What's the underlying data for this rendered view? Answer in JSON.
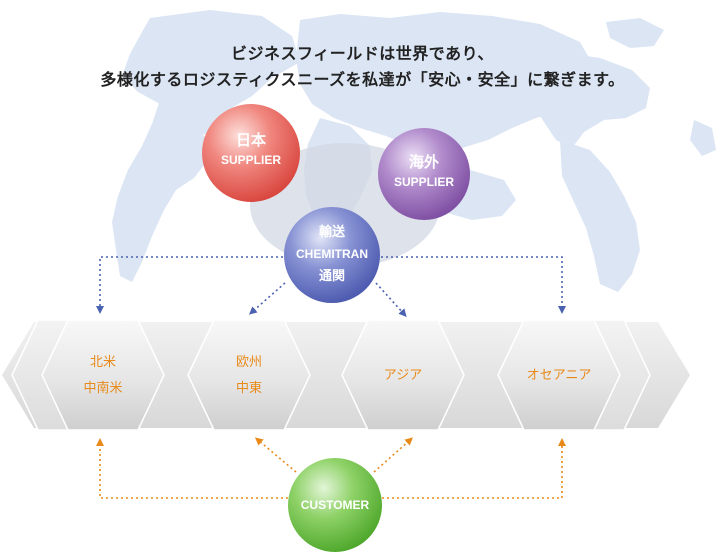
{
  "headline": {
    "line1": "ビジネスフィールドは世界であり、",
    "line2": "多様化するロジスティクスニーズを私達が「安心・安全」に繋ぎます。"
  },
  "nodes": {
    "domestic_supplier": {
      "line1": "日本",
      "line2": "SUPPLIER",
      "color": "#e8655f"
    },
    "overseas_supplier": {
      "line1": "海外",
      "line2": "SUPPLIER",
      "color": "#9a6bb8"
    },
    "chemitran": {
      "line1": "輸送",
      "line2": "CHEMITRAN",
      "line3": "通関",
      "color": "#6a78c4"
    },
    "customer": {
      "label": "CUSTOMER",
      "color": "#6cc04a"
    }
  },
  "regions": [
    {
      "line1": "北米",
      "line2": "中南米"
    },
    {
      "line1": "欧州",
      "line2": "中東"
    },
    {
      "line1": "アジア",
      "line2": ""
    },
    {
      "line1": "オセアニア",
      "line2": ""
    }
  ],
  "colors": {
    "supply_arrow": "#4a62b0",
    "customer_arrow": "#e88a1a",
    "region_text": "#e88a1a",
    "map": "#d9e4f4"
  }
}
